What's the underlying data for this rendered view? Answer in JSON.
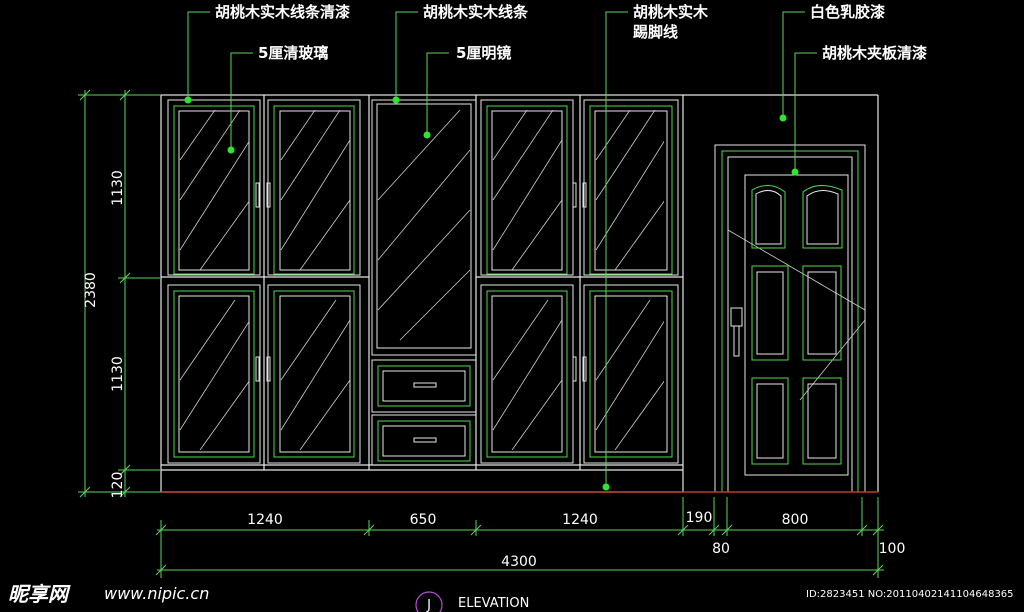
{
  "labels": {
    "walnut_solid_trim_clear": "胡桃木实木线条清漆",
    "walnut_solid_trim": "胡桃木实木线条",
    "walnut_solid_baseboard_1": "胡桃木实木",
    "walnut_solid_baseboard_2": "踢脚线",
    "white_latex_paint": "白色乳胶漆",
    "clear_glass_5mm": "5厘清玻璃",
    "mirror_5mm": "5厘明镜",
    "walnut_plywood_clear": "胡桃木夹板清漆"
  },
  "dimensions": {
    "height_total": "2380",
    "height_upper": "1130",
    "height_lower": "1130",
    "height_base": "120",
    "width_left_cabinet": "1240",
    "width_center": "650",
    "width_right_cabinet": "1240",
    "width_gap": "190",
    "width_door": "800",
    "width_frame_left": "80",
    "width_frame_right": "100",
    "width_total": "4300"
  },
  "title_block": {
    "symbol": "J",
    "title": "ELEVATION"
  },
  "watermark": {
    "logo": "昵享网",
    "site": "www.nipic.cn",
    "id_text": "ID:2823451 NO:20110402141104648365"
  },
  "colors": {
    "background": "#000000",
    "outline": "#e6e6e6",
    "inner_panel": "#4fd84f",
    "hatch": "#cfcfcf",
    "dim_line": "#5ad55a",
    "leader_dot": "#2de62d",
    "text": "#ffffff",
    "floor": "#c0392b"
  }
}
